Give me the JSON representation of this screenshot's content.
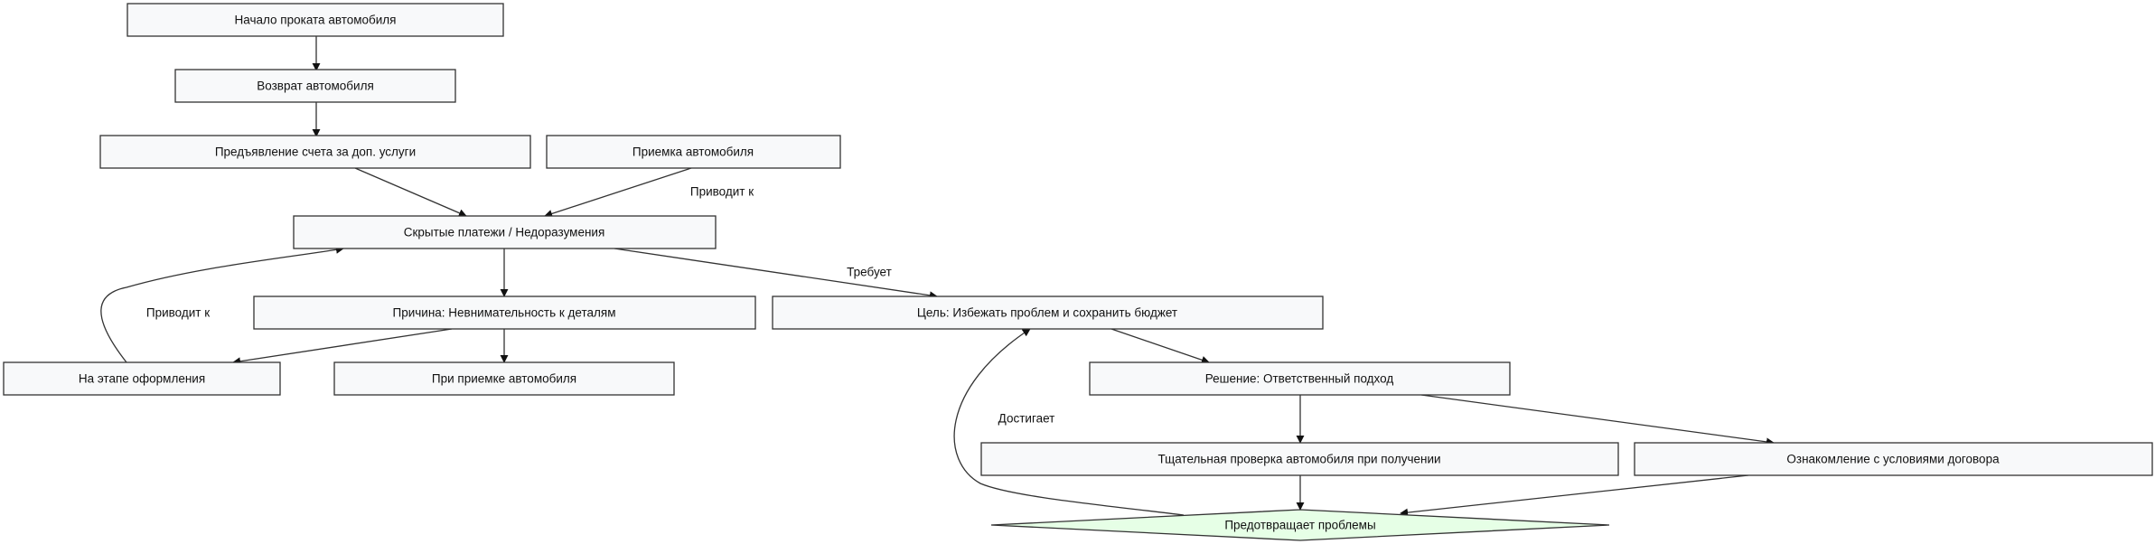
{
  "nodes": {
    "start": "Начало проката автомобиля",
    "return": "Возврат автомобиля",
    "invoice": "Предъявление счета за доп. услуги",
    "acceptance": "Приемка автомобиля",
    "hidden": "Скрытые платежи / Недоразумения",
    "cause": "Причина: Невнимательность к деталям",
    "goal": "Цель: Избежать проблем и сохранить бюджет",
    "registration": "На этапе оформления",
    "on_acceptance": "При приемке автомобиля",
    "solution": "Решение: Ответственный подход",
    "inspection": "Тщательная проверка автомобиля при получении",
    "terms": "Ознакомление с условиями договора",
    "prevents": "Предотвращает проблемы"
  },
  "edge_labels": {
    "leads_to_1": "Приводит к",
    "requires": "Требует",
    "leads_to_2": "Приводит к",
    "achieves": "Достигает"
  }
}
